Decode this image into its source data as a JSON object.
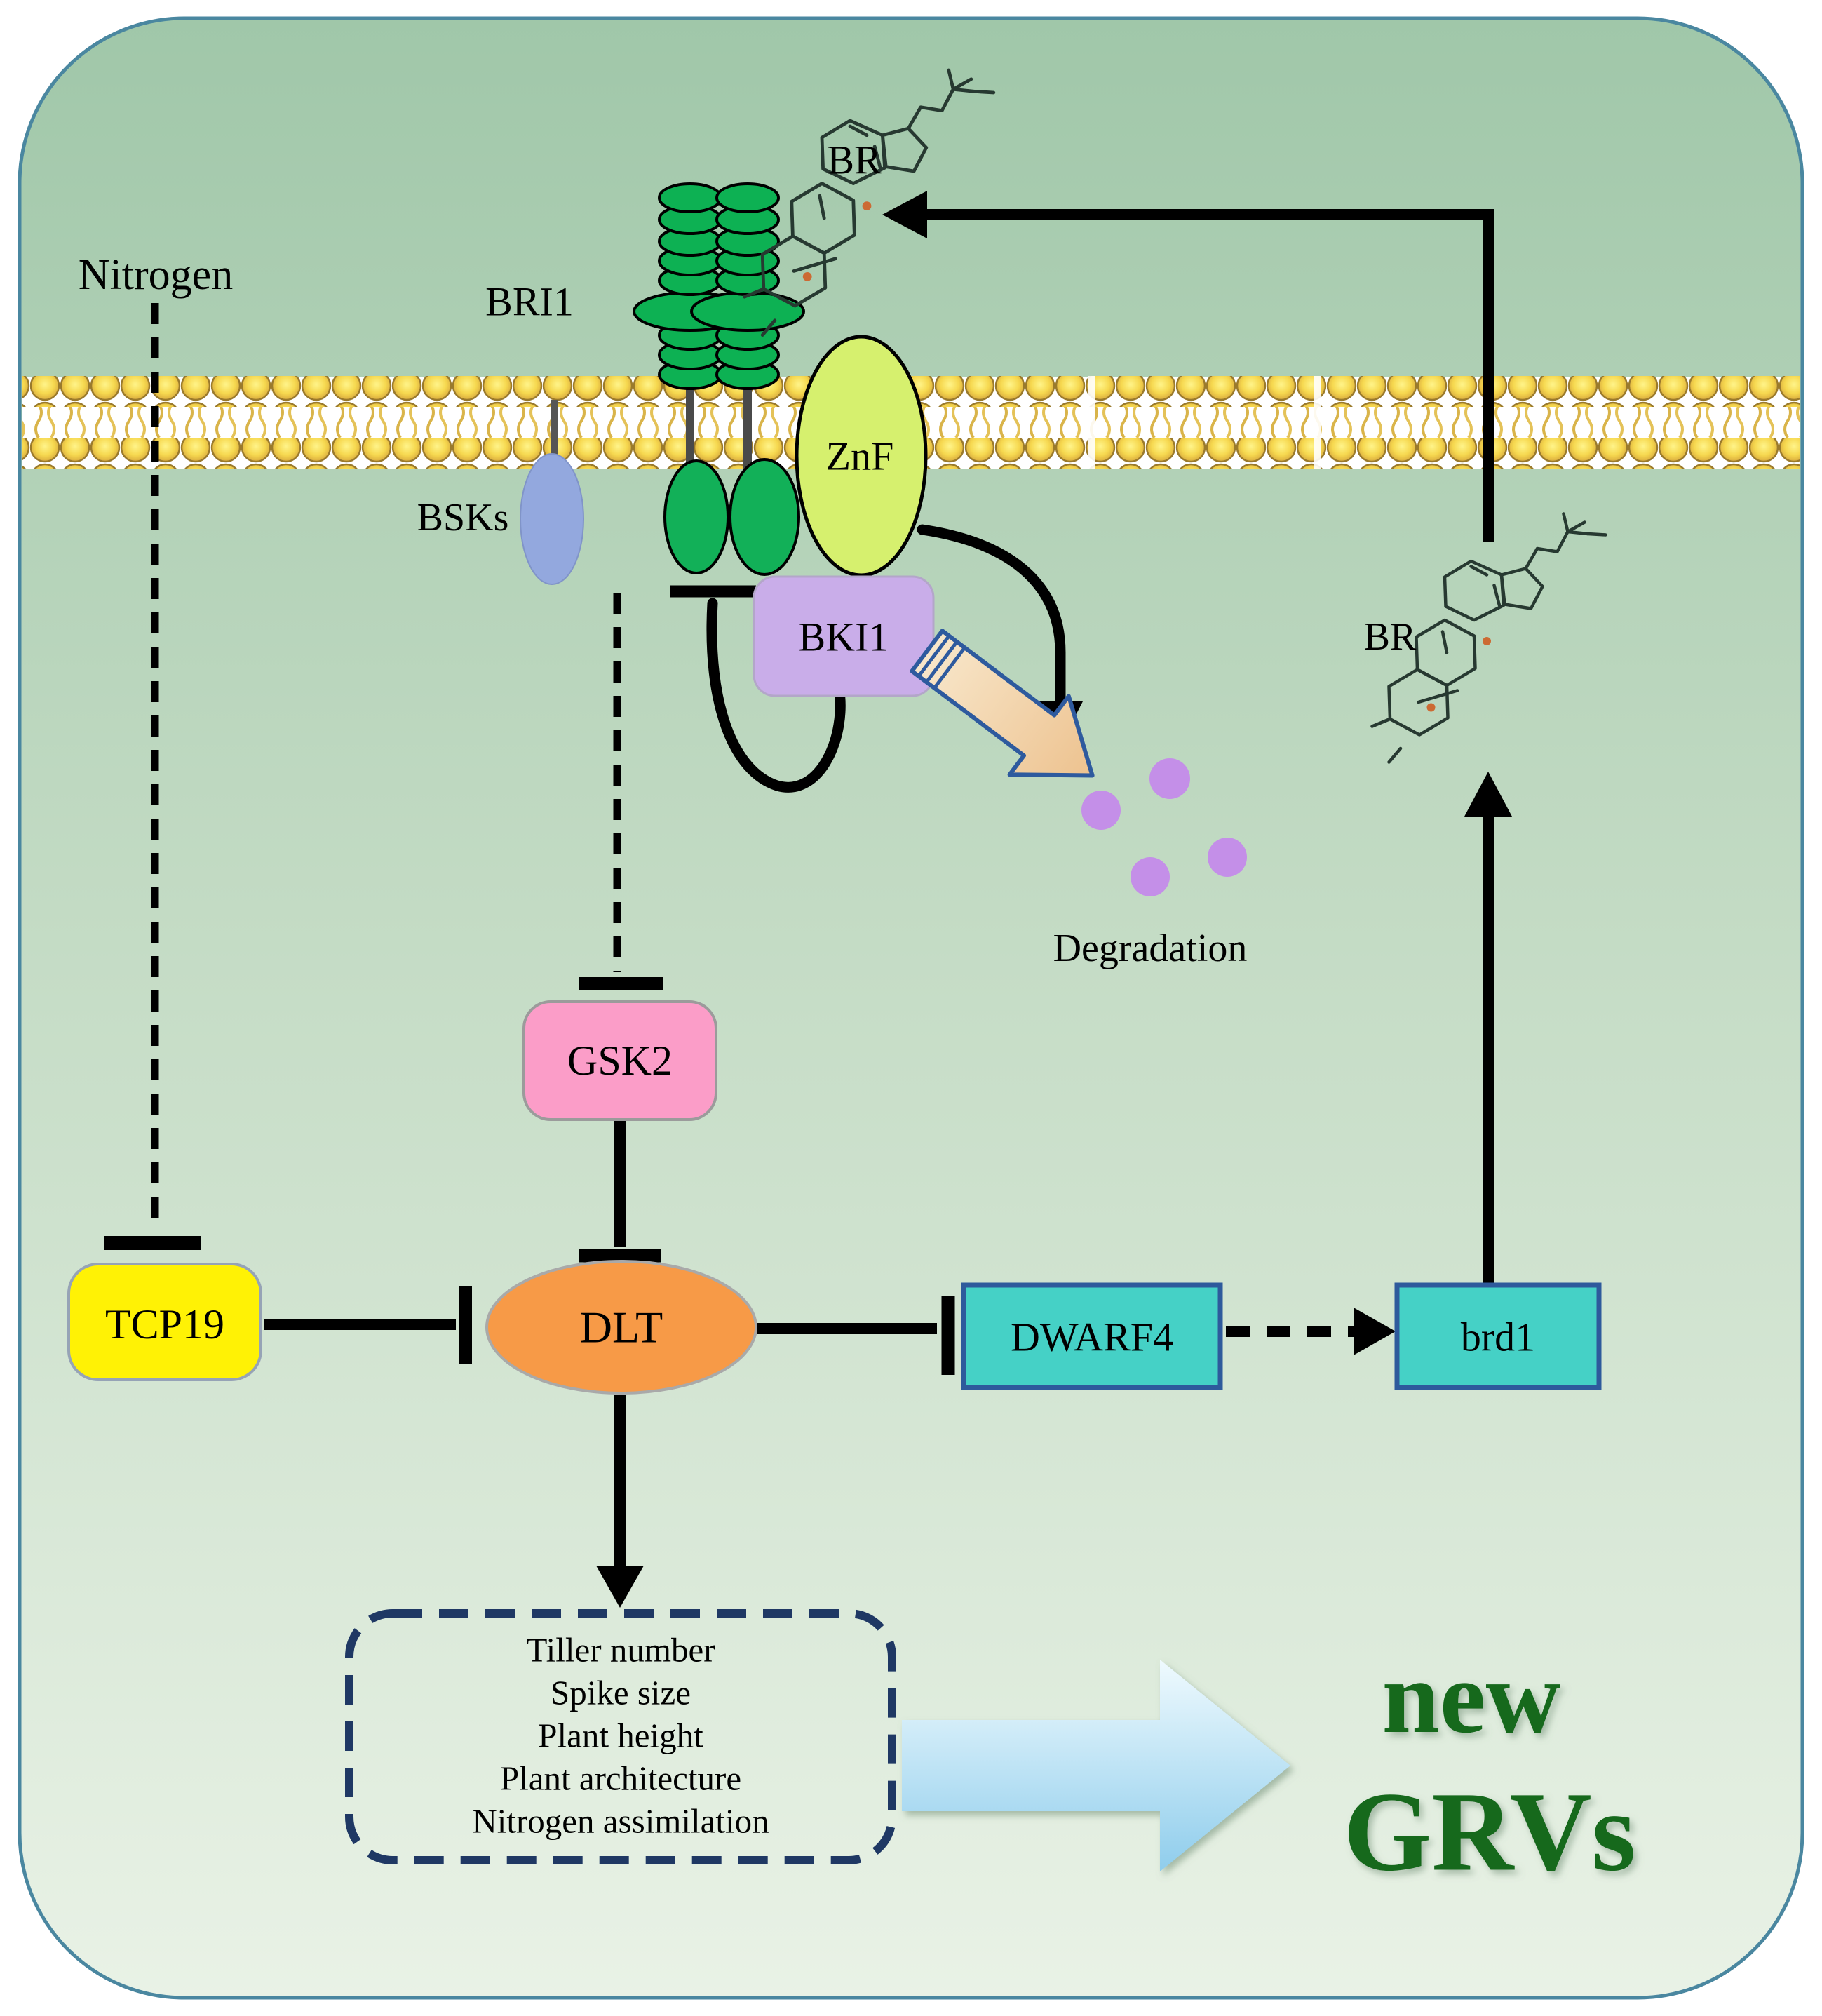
{
  "labels": {
    "nitrogen": "Nitrogen",
    "br_top": "BR",
    "bri1": "BRI1",
    "bsks": "BSKs",
    "znf": "ZnF",
    "bki1": "BKI1",
    "degradation": "Degradation",
    "gsk2": "GSK2",
    "tcp19": "TCP19",
    "dlt": "DLT",
    "dwarf4": "DWARF4",
    "brd1": "brd1",
    "br_right": "BR",
    "new_line1": "new",
    "new_line2": "GRVs"
  },
  "outcome_box": {
    "lines": [
      "Tiller number",
      "Spike size",
      "Plant height",
      "Plant architecture",
      "Nitrogen assimilation"
    ]
  },
  "colors": {
    "cell_border": "#4a87a0",
    "coil_green": "#0db153",
    "kinase_green": "#12b058",
    "znf": "#d6f06e",
    "bsks": "#93a8de",
    "bki1": "#c9ade9",
    "gsk2": "#fb9dc8",
    "tcp19": "#fff205",
    "dlt": "#f79a47",
    "teal_box": "#45d1c6",
    "purple_circle": "#c48fe8",
    "outcome_border": "#1f3864",
    "grv_green": "#15691e",
    "line_black": "#000000"
  }
}
